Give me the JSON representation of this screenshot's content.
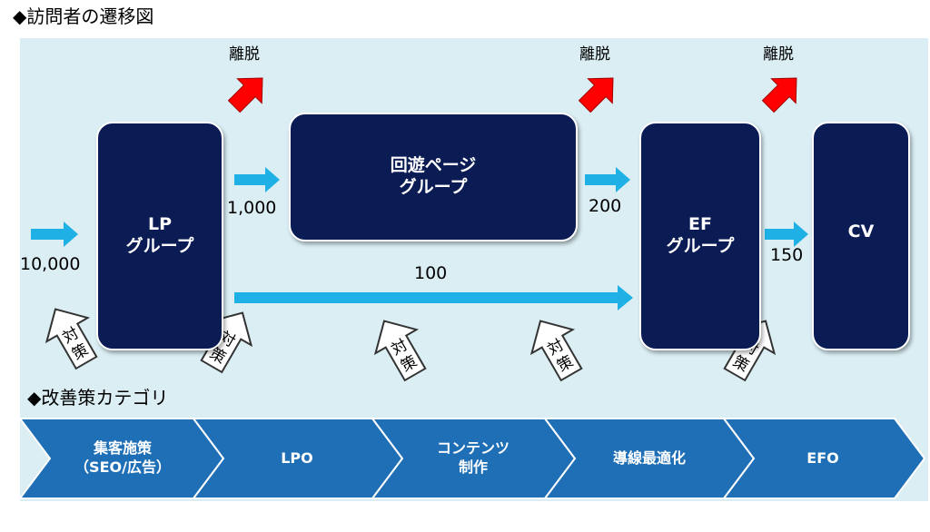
{
  "headings": {
    "flow_title": "◆訪問者の遷移図",
    "category_title": "◆改善策カテゴリ"
  },
  "nodes": {
    "lp": {
      "line1": "LP",
      "line2": "グループ"
    },
    "circ": {
      "line1": "回遊ページ",
      "line2": "グループ"
    },
    "ef": {
      "line1": "EF",
      "line2": "グループ"
    },
    "cv": {
      "line1": "CV"
    }
  },
  "flows": {
    "entry": "10,000",
    "lp_to_circ": "1,000",
    "circ_to_ef": "200",
    "lp_to_ef": "100",
    "ef_to_cv": "150"
  },
  "exit_label": "離脱",
  "measure_label": "対策",
  "categories": [
    {
      "line1": "集客施策",
      "line2": "（SEO/広告）"
    },
    {
      "line1": "LPO",
      "line2": ""
    },
    {
      "line1": "コンテンツ",
      "line2": "制作"
    },
    {
      "line1": "導線最適化",
      "line2": ""
    },
    {
      "line1": "EFO",
      "line2": ""
    }
  ],
  "colors": {
    "panel": "#daeef4",
    "node": "#0b1c54",
    "flow_arrow": "#1fb1e6",
    "exit_arrow": "#ff0000",
    "chevron": "#1f6fb6"
  }
}
